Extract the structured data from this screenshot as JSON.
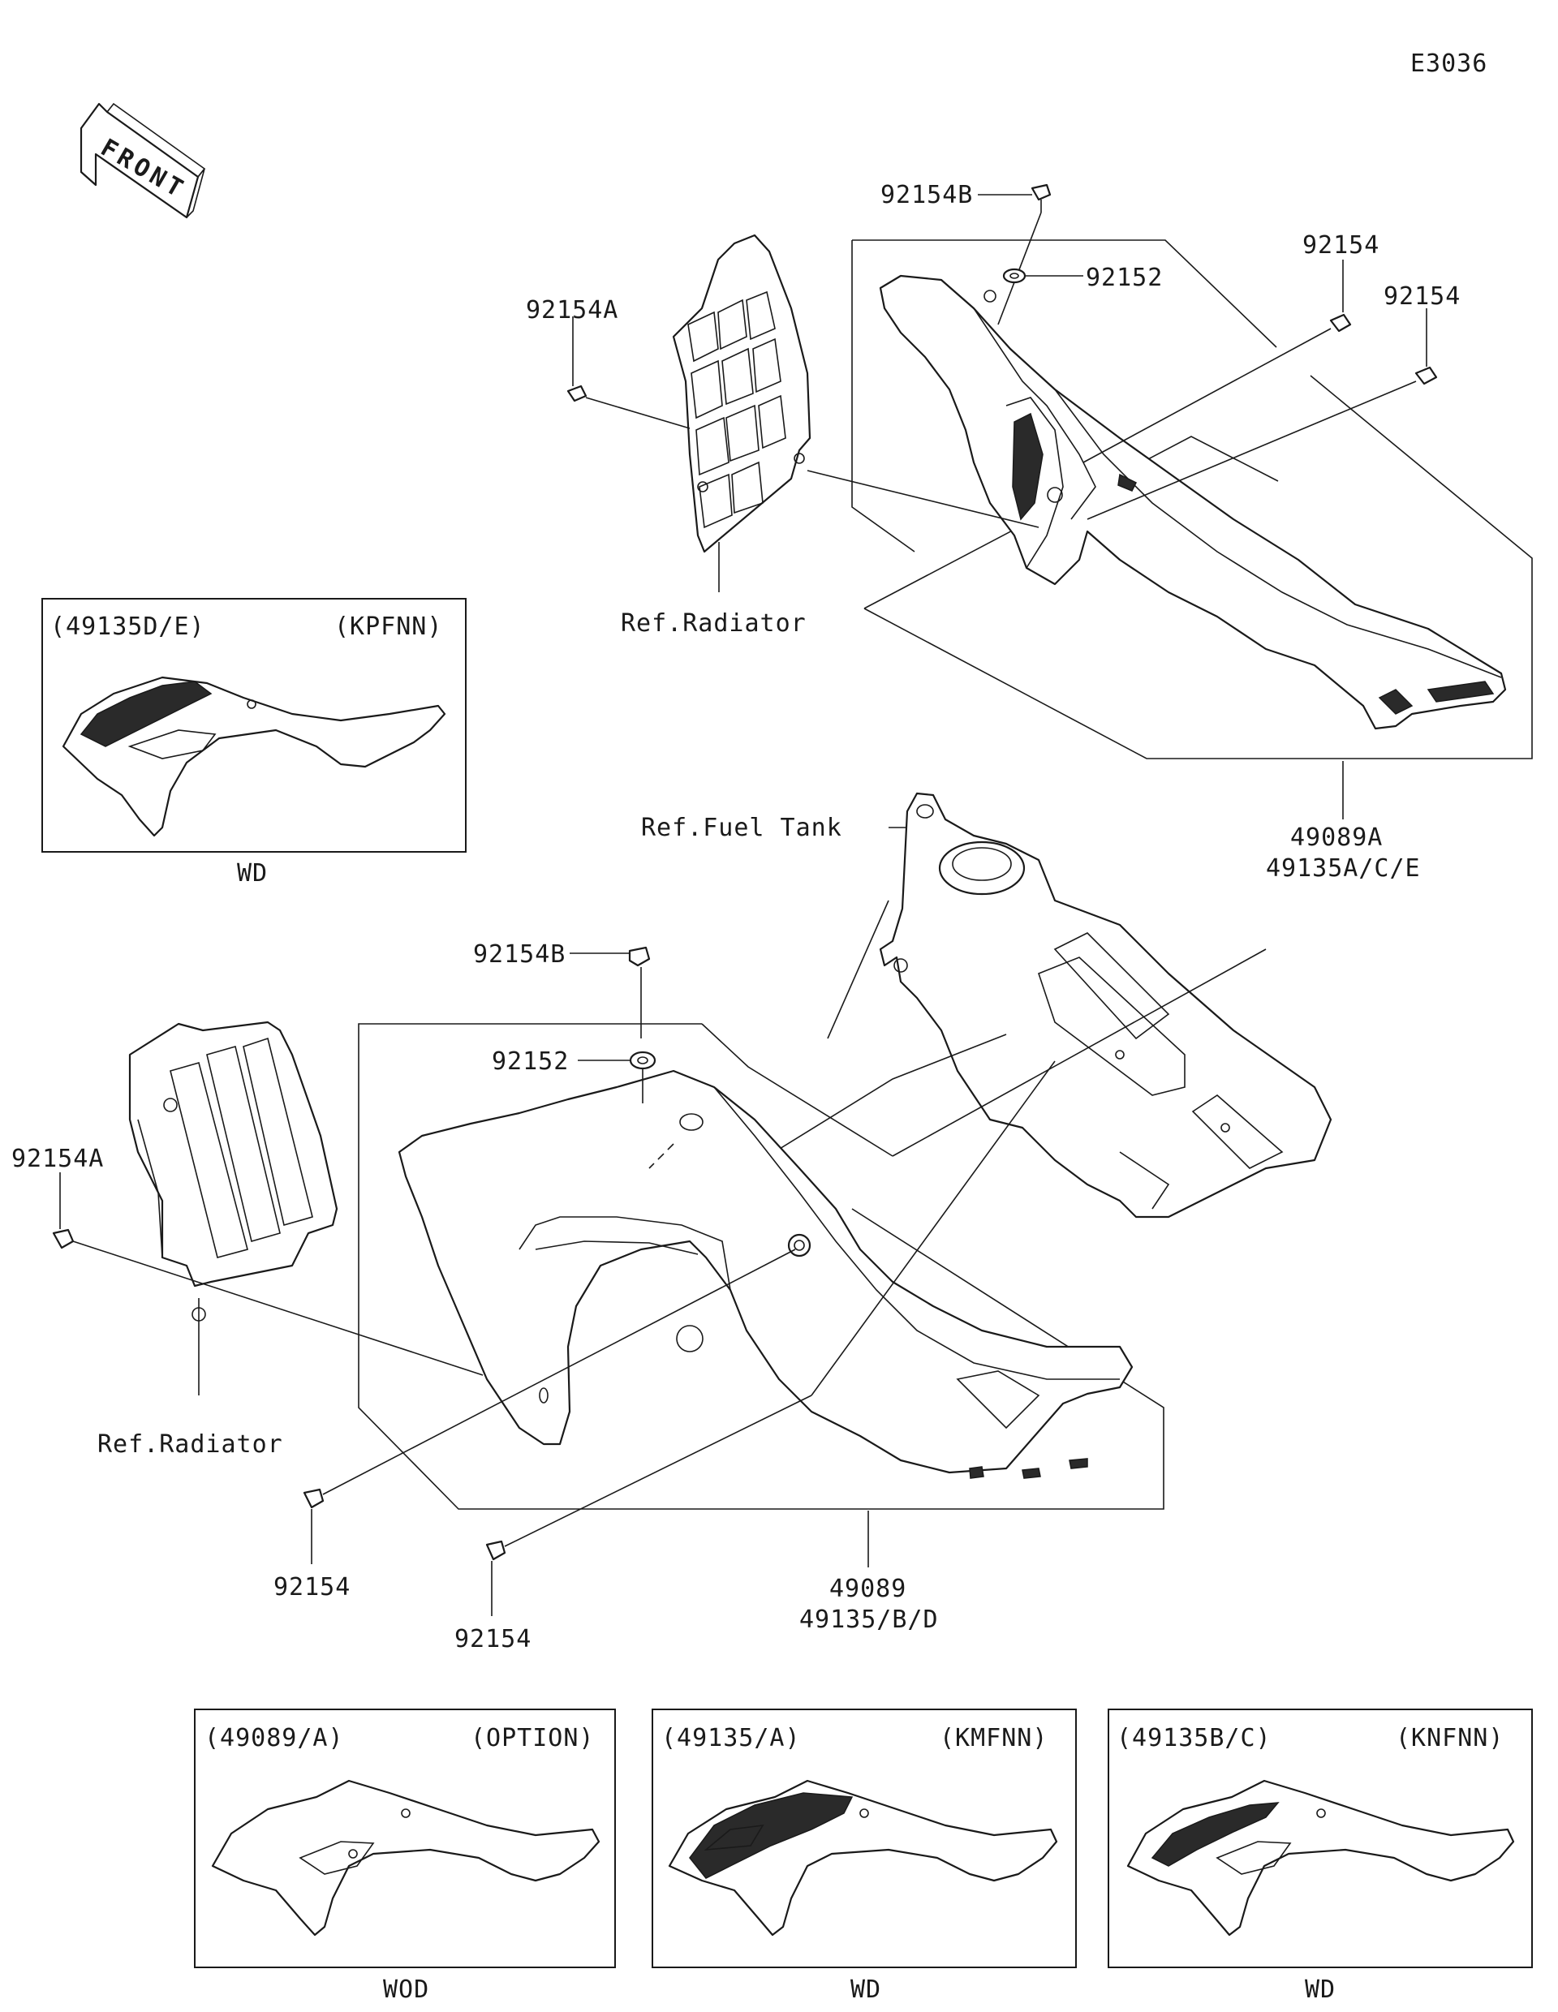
{
  "diagram": {
    "code": "E3036",
    "front_label": "FRONT",
    "callouts": {
      "upper_bolt_b": "92154B",
      "upper_washer": "92152",
      "upper_bolt_1": "92154",
      "upper_bolt_2": "92154",
      "upper_bolt_a": "92154A",
      "upper_radiator_ref": "Ref.Radiator",
      "upper_part_1": "49089A",
      "upper_part_2": "49135A/C/E",
      "fuel_tank_ref": "Ref.Fuel Tank",
      "lower_bolt_b": "92154B",
      "lower_washer": "92152",
      "lower_bolt_a": "92154A",
      "lower_radiator_ref": "Ref.Radiator",
      "lower_bolt_1": "92154",
      "lower_bolt_2": "92154",
      "lower_part_1": "49089",
      "lower_part_2": "49135/B/D"
    },
    "variants": [
      {
        "part": "(49135D/E)",
        "code": "(KPFNN)",
        "caption": "WD"
      },
      {
        "part": "(49089/A)",
        "code": "(OPTION)",
        "caption": "WOD"
      },
      {
        "part": "(49135/A)",
        "code": "(KMFNN)",
        "caption": "WD"
      },
      {
        "part": "(49135B/C)",
        "code": "(KNFNN)",
        "caption": "WD"
      }
    ]
  }
}
